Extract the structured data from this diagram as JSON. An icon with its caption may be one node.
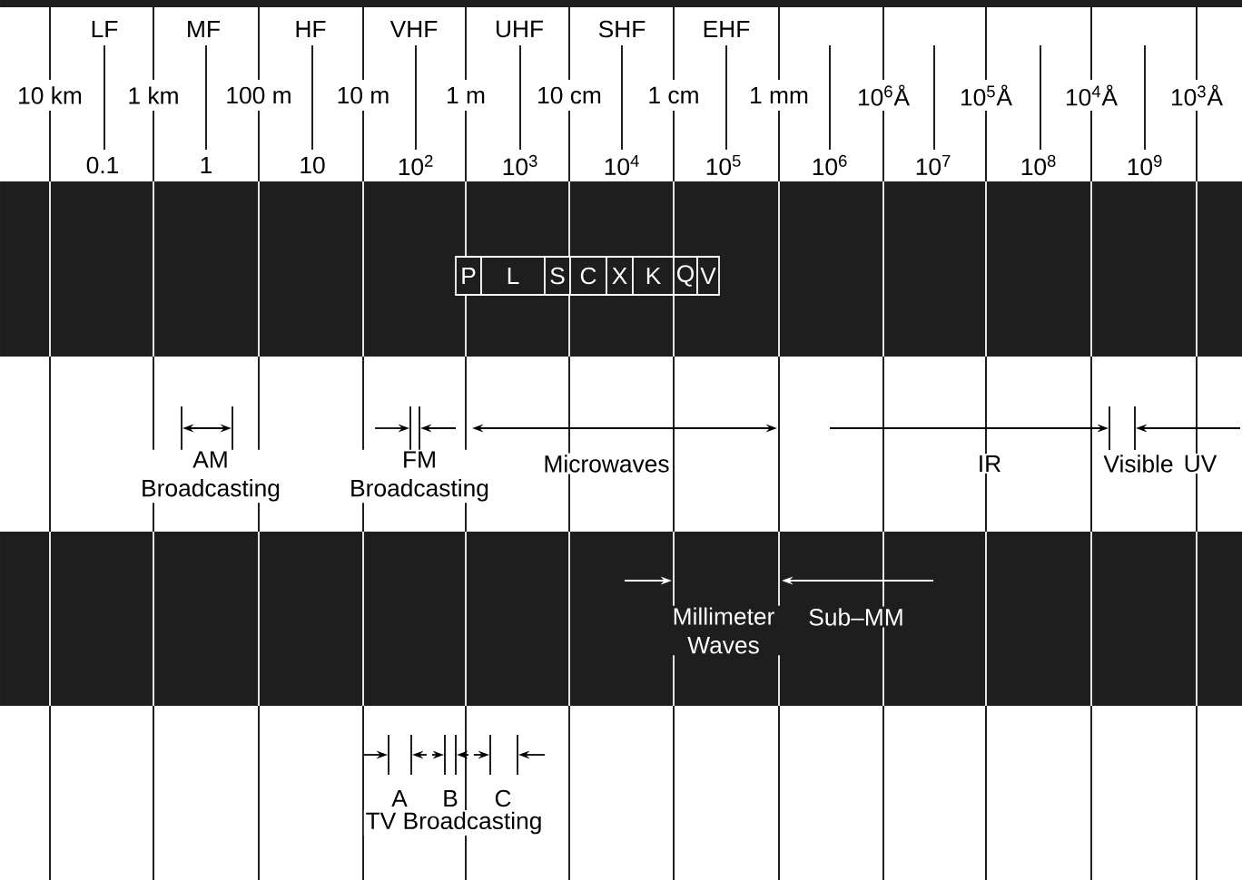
{
  "diagram": {
    "nodes": [
      {
        "text": [
          "P"
        ]
      },
      {
        "text": [
          "L"
        ]
      },
      {
        "text": [
          "S"
        ]
      },
      {
        "text": [
          "C"
        ]
      },
      {
        "text": [
          "X"
        ]
      },
      {
        "text": [
          "K"
        ]
      },
      {
        "text": [
          "Q"
        ]
      },
      {
        "text": [
          "V"
        ]
      }
    ],
    "labels": [
      "LF",
      "MF",
      "HF",
      "VHF",
      "UHF",
      "SHF",
      "EHF",
      "10 km",
      "1 km",
      "100 m",
      "10 m",
      "1 m",
      "10 cm",
      "1 cm",
      "1 mm",
      "10$^{6}$Å",
      "10$^{5}$Å",
      "10$^{4}$Å",
      "10$^{3}$Å",
      "0.1",
      "1",
      "10",
      "10$^{2}$",
      "10$^{3}$",
      "10$^{4}$",
      "10$^{5}$",
      "10$^{6}$",
      "10$^{7}$",
      "10$^{8}$",
      "10$^{9}$",
      "AM Broadcasting",
      "FM Broadcasting",
      "Microwaves",
      "IR",
      "Visible",
      "UV",
      "Millimeter Waves",
      "Sub–MM",
      "A",
      "B",
      "C",
      "TV Broadcasting"
    ]
  }
}
